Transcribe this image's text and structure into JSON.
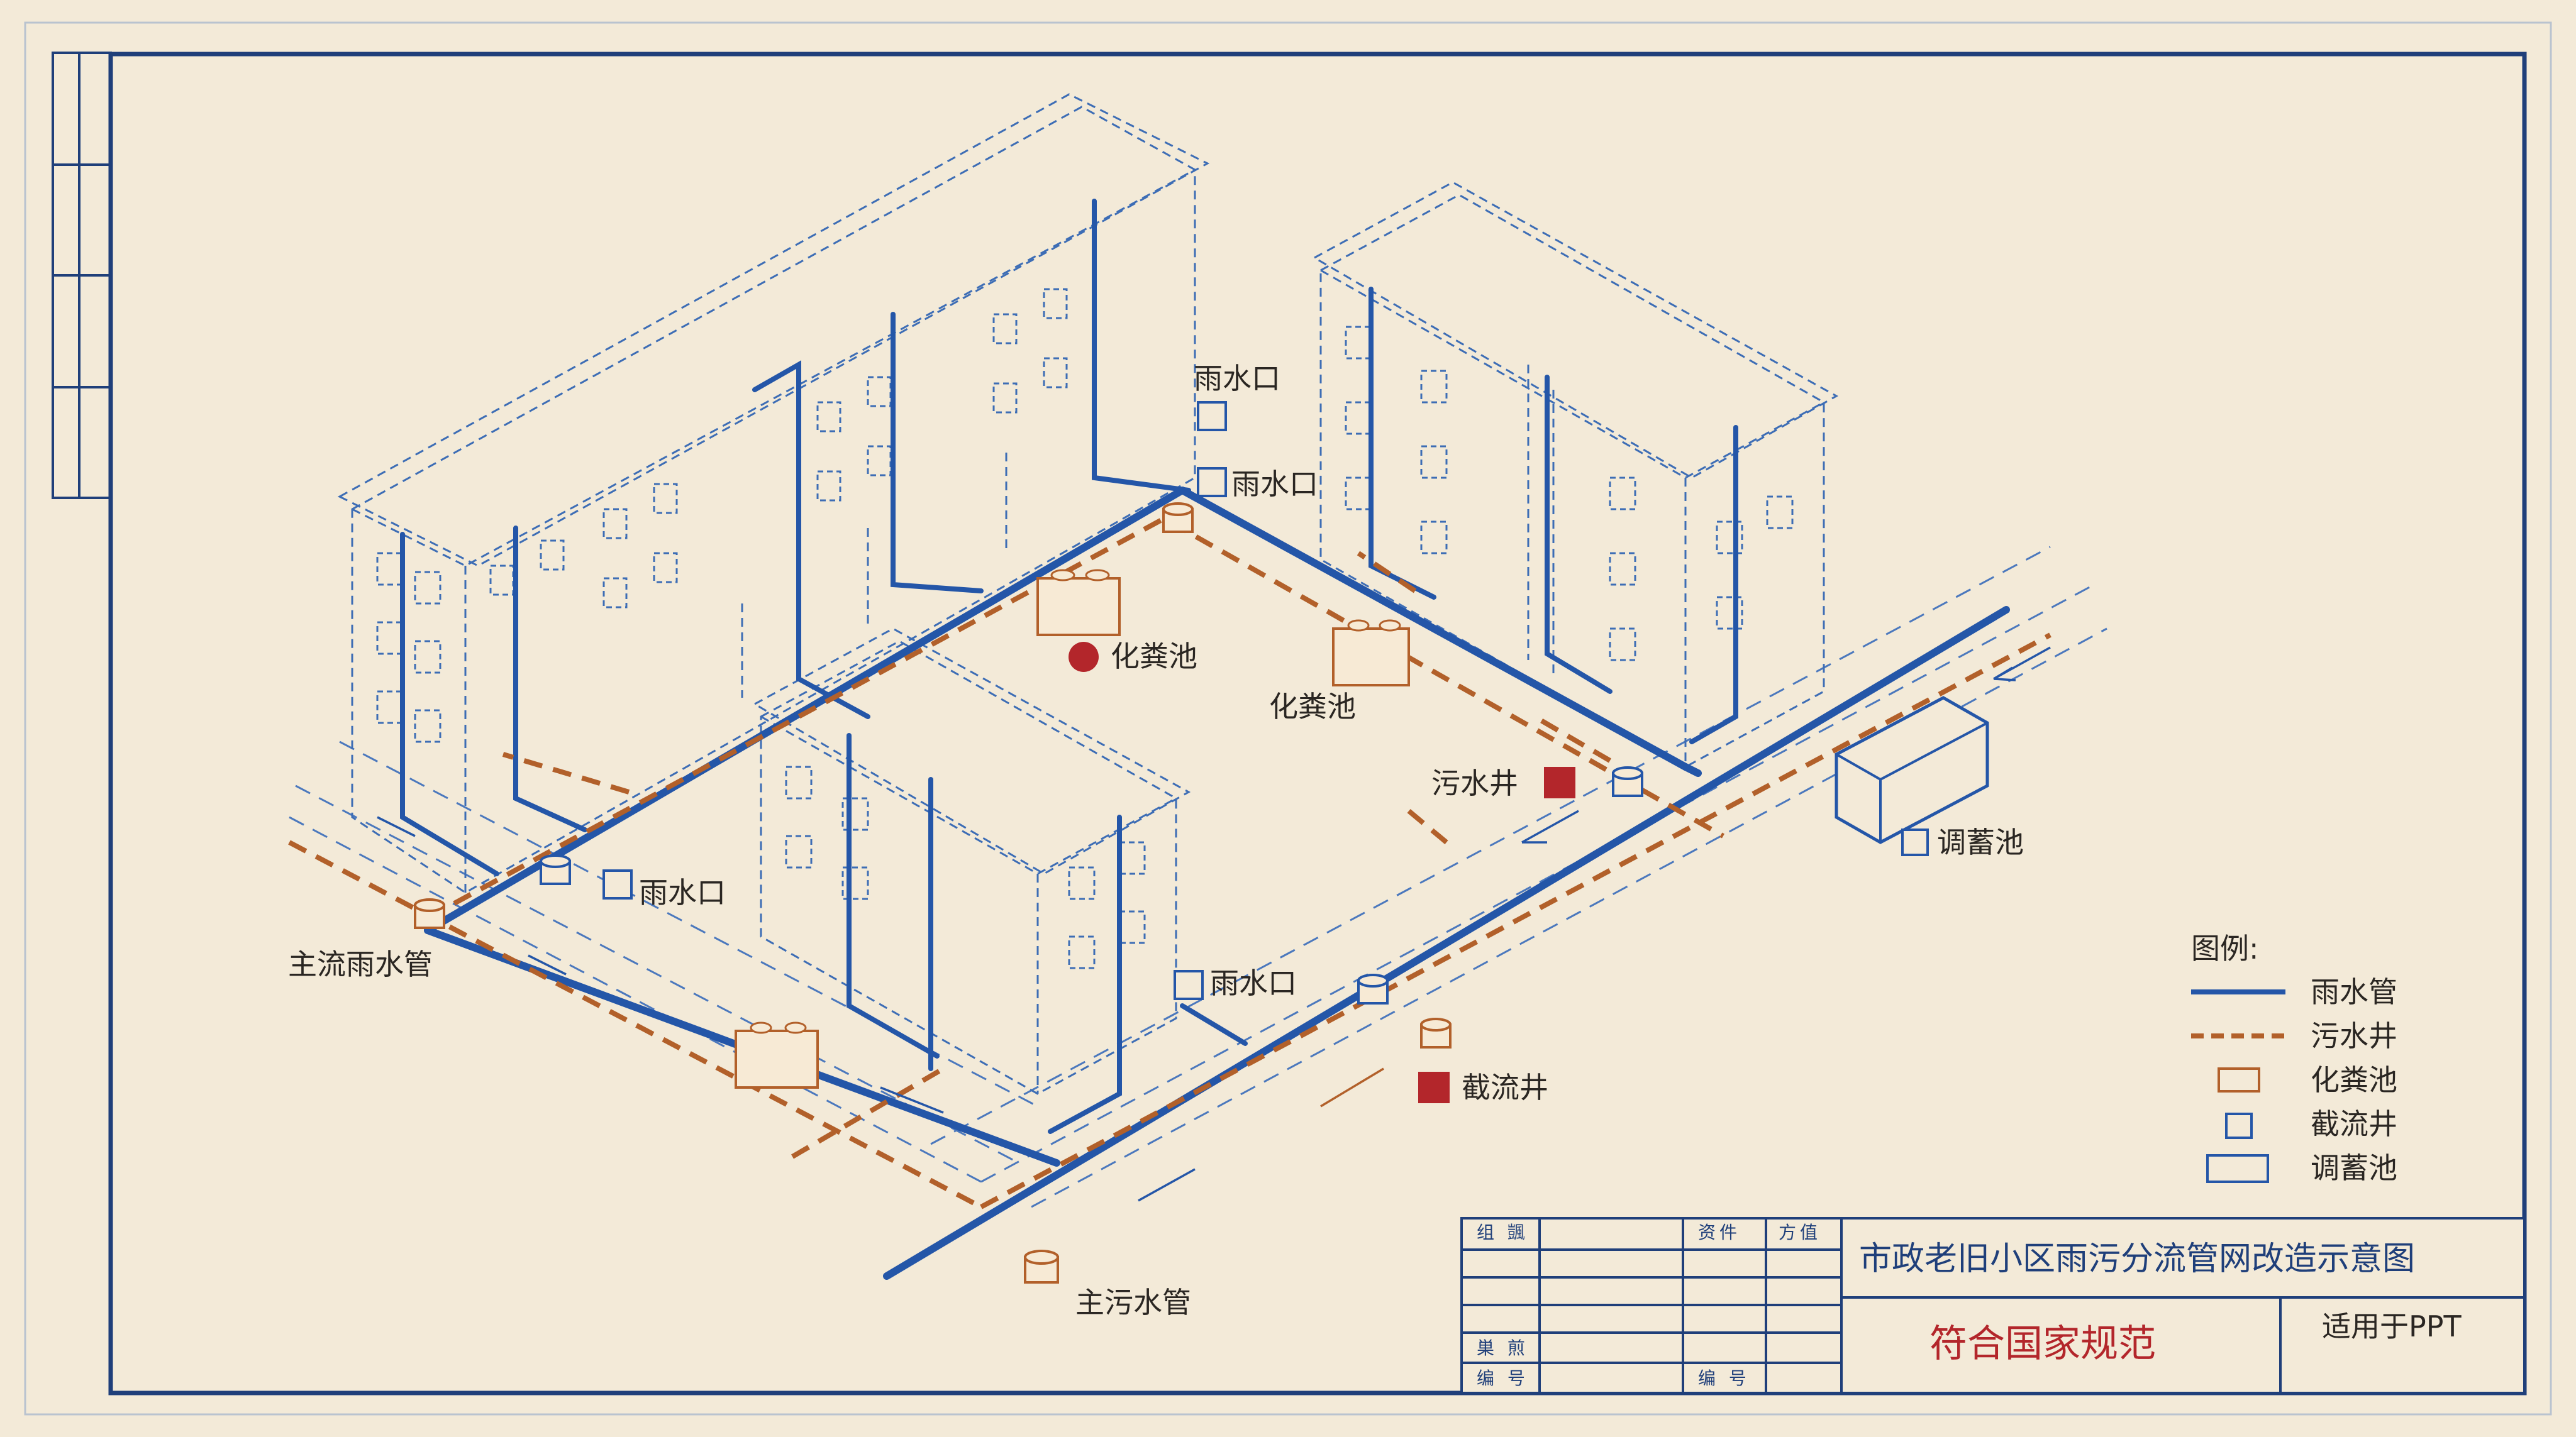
{
  "diagram": {
    "title": "市政老旧小区雨污分流管网改造示意图",
    "subtitle": "符合国家规范",
    "tag": "适用于PPT",
    "labels": {
      "rain_inlet_1": "雨水口",
      "rain_inlet_2": "雨水口",
      "rain_inlet_3": "雨水口",
      "rain_inlet_4": "雨水口",
      "septic_1": "化粪池",
      "septic_2": "化粪池",
      "sewage_well": "污水井",
      "storage_tank": "调蓄池",
      "main_rain_pipe": "主流雨水管",
      "interception_well": "截流井",
      "main_sewer_pipe": "主污水管"
    },
    "legend": {
      "title": "图例:",
      "items": [
        {
          "label": "雨水管",
          "symbol": "solid-blue-line"
        },
        {
          "label": "污水井",
          "symbol": "dashed-brown-line"
        },
        {
          "label": "化粪池",
          "symbol": "tank-icon"
        },
        {
          "label": "截流井",
          "symbol": "cylinder-icon"
        },
        {
          "label": "调蓄池",
          "symbol": "box-icon"
        }
      ]
    },
    "title_block": {
      "r1a": "组 颽",
      "r1b": "资件",
      "r1c": "方值",
      "r4a": "巣 煎",
      "r5a": "编 号",
      "r5b": "编 号"
    },
    "colors": {
      "paper": "#f3ead8",
      "rain_blue": "#2456a8",
      "sewer_brown": "#b2602a",
      "frame_navy": "#1f3f7a",
      "subtitle_red": "#b3262b"
    }
  }
}
